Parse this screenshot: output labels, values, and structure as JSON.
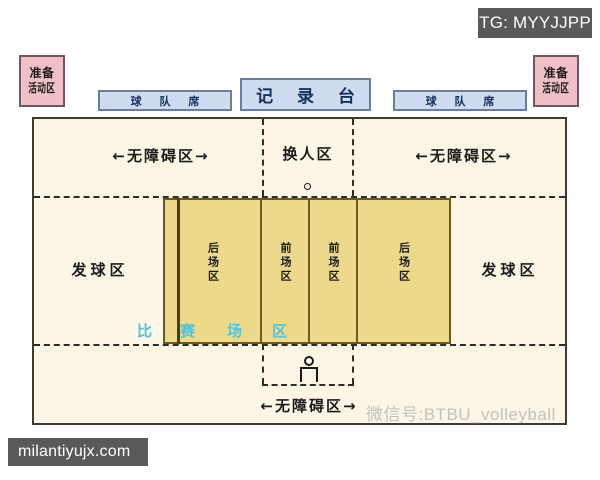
{
  "badges": {
    "tg": "TG: MYYJJPP",
    "site": "milantiyujx.com"
  },
  "watermark": {
    "wechat": "微信号:BTBU_volleyball"
  },
  "warmup_areas": {
    "line1": "准备",
    "line2": "活动区",
    "left_name": "warm-up area left",
    "right_name": "warm-up area right"
  },
  "benches": {
    "left": "球 队 席",
    "right": "球 队 席"
  },
  "scorer_table": {
    "label": "记 录 台"
  },
  "free_zone": {
    "top_label": "←无障碍区→",
    "right_label": "←无障碍区→",
    "bottom_label": "←无障碍区→",
    "substitution_zone": "换人区",
    "serve_zone_left": "发球区",
    "serve_zone_right": "发球区"
  },
  "playing_court": {
    "zones": [
      {
        "label": "后场区",
        "name": "back-zone-left"
      },
      {
        "label": "前场区",
        "name": "front-zone-left"
      },
      {
        "label": "前场区",
        "name": "front-zone-right"
      },
      {
        "label": "后场区",
        "name": "back-zone-right"
      }
    ],
    "caption_chars": [
      "比",
      "赛",
      "场",
      "区"
    ],
    "caption_full": "比赛场区"
  },
  "colors": {
    "warmup_fill": "#f0c0c6",
    "bench_fill": "#cfdcf0",
    "free_zone_fill": "#fbf6e6",
    "court_fill": "#ecd98b",
    "caption_cyan": "#4fc4e0",
    "badge_gray": "#595959"
  }
}
